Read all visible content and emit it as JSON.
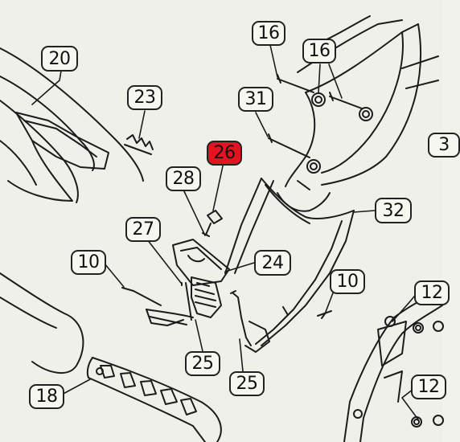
{
  "callouts": [
    {
      "id": "c16a",
      "label": "16"
    },
    {
      "id": "c16b",
      "label": "16"
    },
    {
      "id": "c20",
      "label": "20"
    },
    {
      "id": "c23",
      "label": "23"
    },
    {
      "id": "c31",
      "label": "31"
    },
    {
      "id": "c26",
      "label": "26",
      "highlight": true
    },
    {
      "id": "c28",
      "label": "28"
    },
    {
      "id": "c32",
      "label": "32"
    },
    {
      "id": "c27",
      "label": "27"
    },
    {
      "id": "c24",
      "label": "24"
    },
    {
      "id": "c10a",
      "label": "10"
    },
    {
      "id": "c10b",
      "label": "10"
    },
    {
      "id": "c12a",
      "label": "12"
    },
    {
      "id": "c12b",
      "label": "12"
    },
    {
      "id": "c25a",
      "label": "25"
    },
    {
      "id": "c25b",
      "label": "25"
    },
    {
      "id": "c18",
      "label": "18"
    },
    {
      "id": "c3",
      "label": "3"
    }
  ],
  "colors": {
    "paper": "#f0f0ea",
    "line": "#1c1c1c",
    "highlight": "#e3141f"
  }
}
